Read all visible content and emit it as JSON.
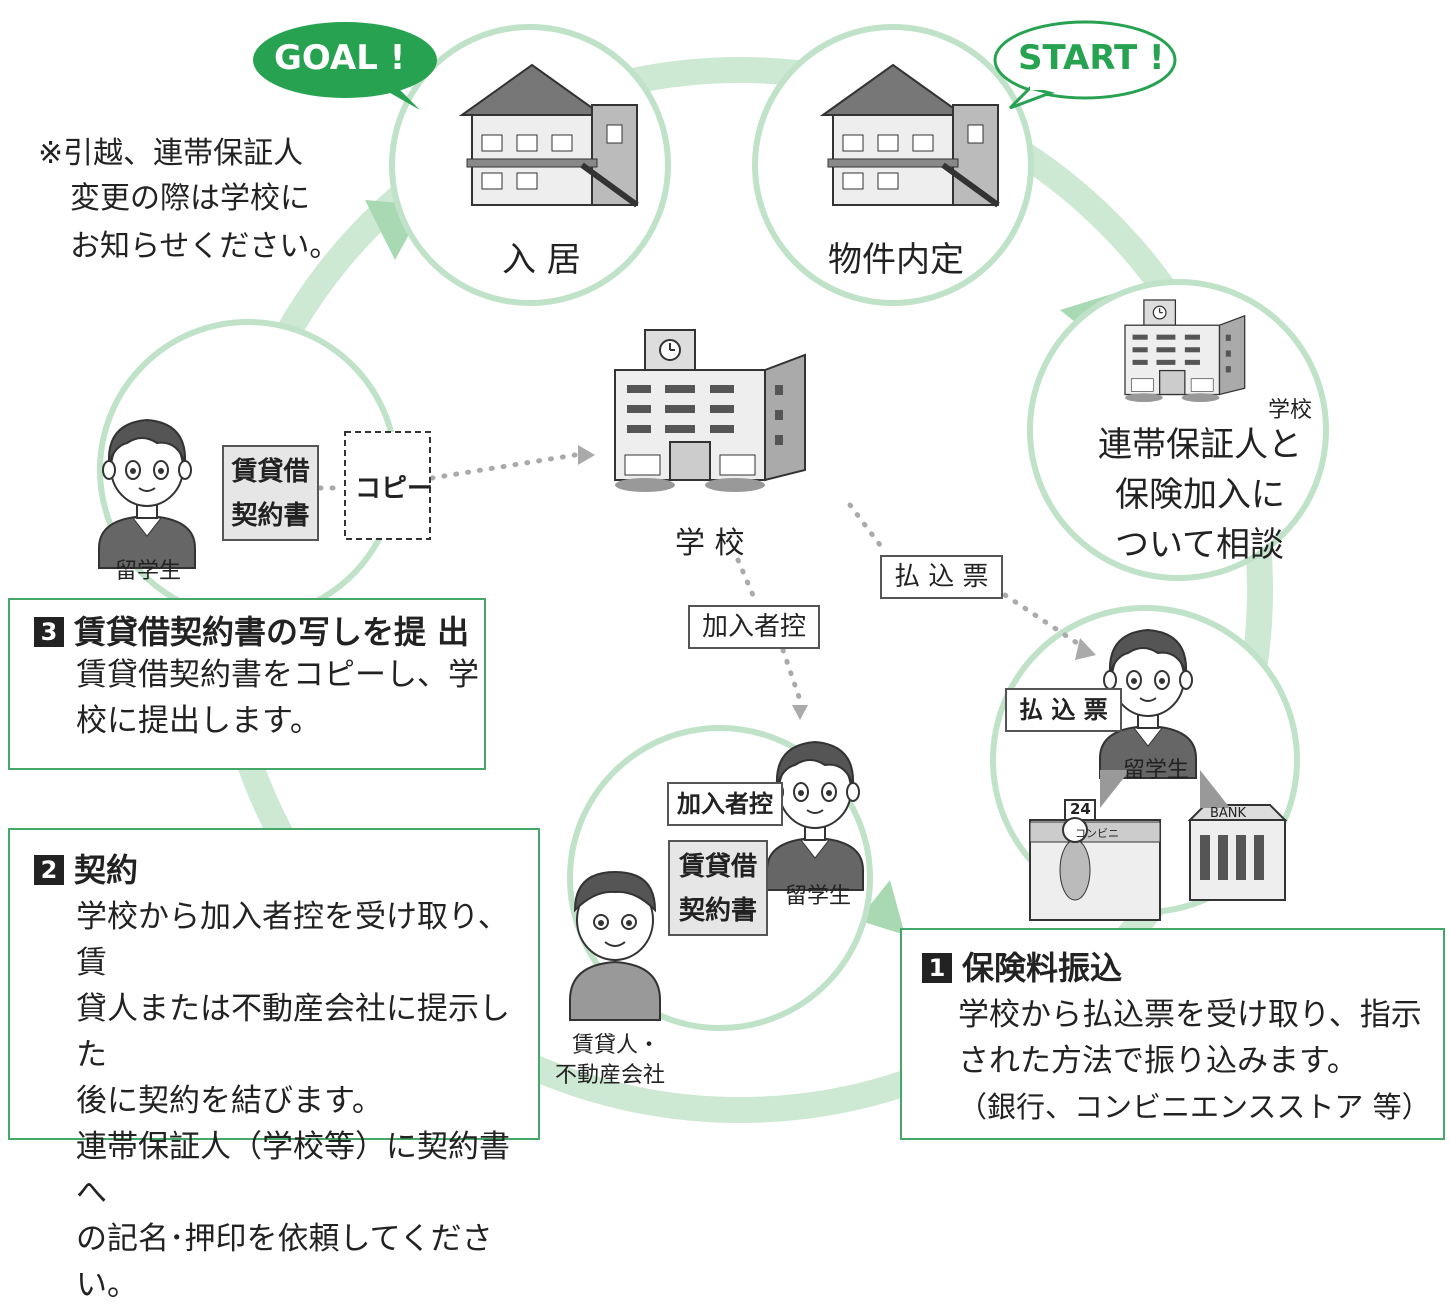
{
  "bubbles": {
    "goal": "GOAL !",
    "start": "START !"
  },
  "note": {
    "line1": "※引越、連帯保証人",
    "line2": "変更の際は学校に",
    "line3": "お知らせください。"
  },
  "circles": {
    "move_in": "入 居",
    "property": "物件内定",
    "school_small": "学校",
    "consult_line1": "連帯保証人と",
    "consult_line2": "保険加入に",
    "consult_line3": "ついて相談"
  },
  "center": {
    "school": "学 校"
  },
  "labels": {
    "copy": "コピー",
    "lease_line1": "賃貸借",
    "lease_line2": "契約書",
    "student": "留学生",
    "payment_slip": "払 込 票",
    "subscriber_copy": "加入者控",
    "landlord_line1": "賃貸人・",
    "landlord_line2": "不動産会社",
    "convenience_sign": "24",
    "convenience_name": "コンビニ",
    "bank_sign": "BANK"
  },
  "steps": [
    {
      "num": "3",
      "title": "賃貸借契約書の写しを提 出",
      "lines": [
        "賃貸借契約書をコピーし、学",
        "校に提出します。"
      ]
    },
    {
      "num": "2",
      "title": "契約",
      "lines": [
        "学校から加入者控を受け取り、賃",
        "貸人または不動産会社に提示した",
        "後に契約を結びます。",
        "連帯保証人（学校等）に契約書へ",
        "の記名･押印を依頼してください。"
      ]
    },
    {
      "num": "1",
      "title": "保険料振込",
      "lines": [
        "学校から払込票を受け取り、指示",
        "された方法で振り込みます。",
        "（銀行、コンビニエンスストア 等）"
      ]
    }
  ],
  "colors": {
    "ring": "#cde8d3",
    "circle": "#bfe2c8",
    "accent": "#27a251",
    "box_border": "#45a868"
  }
}
